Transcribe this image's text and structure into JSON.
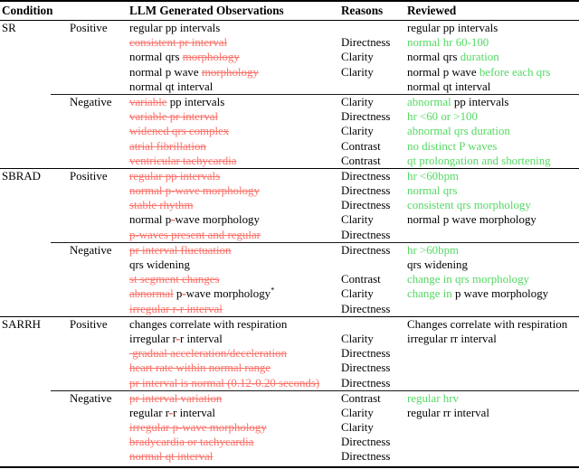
{
  "table": {
    "columns": {
      "condition": "Condition",
      "observations": "LLM Generated Observations",
      "reasons": "Reasons",
      "reviewed": "Reviewed"
    },
    "colors": {
      "deleted_red": "#f9736b",
      "added_green": "#53d963",
      "text_black": "#000000",
      "rule_black": "#000000"
    },
    "segment_styles": {
      "k": "normal-black",
      "d": "deleted-red-strikethrough",
      "a": "added-green",
      "s": "superscript-footnote-marker"
    },
    "groups": [
      {
        "condition": "SR",
        "subcondition": "Positive",
        "divider_above": "none",
        "rows": [
          {
            "obs": [
              [
                "regular pp intervals",
                "k"
              ]
            ],
            "reason": "",
            "reviewed": [
              [
                "regular pp intervals",
                "k"
              ]
            ]
          },
          {
            "obs": [
              [
                "consistent pr interval",
                "d"
              ]
            ],
            "reason": "Directness",
            "reviewed": [
              [
                "normal hr 60-100",
                "a"
              ]
            ]
          },
          {
            "obs": [
              [
                "normal qrs ",
                "k"
              ],
              [
                "morphology",
                "d"
              ]
            ],
            "reason": "Clarity",
            "reviewed": [
              [
                "normal qrs ",
                "k"
              ],
              [
                "duration",
                "a"
              ]
            ]
          },
          {
            "obs": [
              [
                "normal p wave ",
                "k"
              ],
              [
                "morphology",
                "d"
              ]
            ],
            "reason": "Clarity",
            "reviewed": [
              [
                "normal p wave ",
                "k"
              ],
              [
                "before each qrs",
                "a"
              ]
            ]
          },
          {
            "obs": [
              [
                "normal qt interval",
                "k"
              ]
            ],
            "reason": "",
            "reviewed": [
              [
                "normal qt interval",
                "k"
              ]
            ]
          }
        ]
      },
      {
        "condition": "",
        "subcondition": "Negative",
        "divider_above": "partial",
        "rows": [
          {
            "obs": [
              [
                "variable",
                "d"
              ],
              [
                " pp intervals",
                "k"
              ]
            ],
            "reason": "Clarity",
            "reviewed": [
              [
                "abnormal",
                "a"
              ],
              [
                " pp intervals",
                "k"
              ]
            ]
          },
          {
            "obs": [
              [
                "variable pr interval",
                "d"
              ]
            ],
            "reason": "Directness",
            "reviewed": [
              [
                "hr <60 or >100",
                "a"
              ]
            ]
          },
          {
            "obs": [
              [
                "widened qrs complex",
                "d"
              ]
            ],
            "reason": "Clarity",
            "reviewed": [
              [
                "abnormal qrs duration",
                "a"
              ]
            ]
          },
          {
            "obs": [
              [
                "atrial fibrillation",
                "d"
              ]
            ],
            "reason": "Contrast",
            "reviewed": [
              [
                "no distinct P waves",
                "a"
              ]
            ]
          },
          {
            "obs": [
              [
                "ventricular tachycardia",
                "d"
              ]
            ],
            "reason": "Contrast",
            "reviewed": [
              [
                "qt prolongation and shortening",
                "a"
              ]
            ]
          }
        ]
      },
      {
        "condition": "SBRAD",
        "subcondition": "Positive",
        "divider_above": "full",
        "rows": [
          {
            "obs": [
              [
                "regular pp intervals",
                "d"
              ]
            ],
            "reason": "Directness",
            "reviewed": [
              [
                "hr <60bpm",
                "a"
              ]
            ]
          },
          {
            "obs": [
              [
                "normal p-wave morphology",
                "d"
              ]
            ],
            "reason": "Directness",
            "reviewed": [
              [
                "normal qrs",
                "a"
              ]
            ]
          },
          {
            "obs": [
              [
                "stable rhythm",
                "d"
              ]
            ],
            "reason": "Directness",
            "reviewed": [
              [
                "consistent qrs morphology",
                "a"
              ]
            ]
          },
          {
            "obs": [
              [
                "normal p",
                "k"
              ],
              [
                "-",
                "d"
              ],
              [
                "wave morphology",
                "k"
              ]
            ],
            "reason": "Clarity",
            "reviewed": [
              [
                "normal p wave morphology",
                "k"
              ]
            ]
          },
          {
            "obs": [
              [
                "p-waves present and regular",
                "d"
              ]
            ],
            "reason": "Directness",
            "reviewed": []
          }
        ]
      },
      {
        "condition": "",
        "subcondition": "Negative",
        "divider_above": "partial",
        "rows": [
          {
            "obs": [
              [
                "pr interval fluctuation",
                "d"
              ]
            ],
            "reason": "Directness",
            "reviewed": [
              [
                "hr >60bpm",
                "a"
              ]
            ]
          },
          {
            "obs": [
              [
                "qrs widening",
                "k"
              ]
            ],
            "reason": "",
            "reviewed": [
              [
                "qrs widening",
                "k"
              ]
            ]
          },
          {
            "obs": [
              [
                "st segment changes",
                "d"
              ]
            ],
            "reason": "Contrast",
            "reviewed": [
              [
                "change in qrs morphology",
                "a"
              ]
            ]
          },
          {
            "obs": [
              [
                "abnormal",
                "d"
              ],
              [
                " p",
                "k"
              ],
              [
                "-",
                "d"
              ],
              [
                "wave morphology",
                "k"
              ],
              [
                "*",
                "s"
              ]
            ],
            "reason": "Clarity",
            "reviewed": [
              [
                "change in ",
                "a"
              ],
              [
                "p wave morphology",
                "k"
              ]
            ]
          },
          {
            "obs": [
              [
                "irregular r-r interval",
                "d"
              ]
            ],
            "reason": "Directness",
            "reviewed": []
          }
        ]
      },
      {
        "condition": "SARRH",
        "subcondition": "Positive",
        "divider_above": "full",
        "rows": [
          {
            "obs": [
              [
                "changes correlate with respiration",
                "k"
              ]
            ],
            "reason": "",
            "reviewed": [
              [
                "Changes correlate with respiration",
                "k"
              ]
            ]
          },
          {
            "obs": [
              [
                "irregular r",
                "k"
              ],
              [
                "-",
                "d"
              ],
              [
                "r interval",
                "k"
              ]
            ],
            "reason": "Clarity",
            "reviewed": [
              [
                "irregular rr interval",
                "k"
              ]
            ]
          },
          {
            "obs": [
              [
                " gradual acceleration/deceleration",
                "d"
              ]
            ],
            "reason": "Directness",
            "reviewed": []
          },
          {
            "obs": [
              [
                "heart rate within normal range",
                "d"
              ]
            ],
            "reason": "Directness",
            "reviewed": []
          },
          {
            "obs": [
              [
                "pr interval is normal (0.12-0.20 seconds)",
                "d"
              ]
            ],
            "reason": "Directness",
            "reviewed": []
          }
        ]
      },
      {
        "condition": "",
        "subcondition": "Negative",
        "divider_above": "partial",
        "rows": [
          {
            "obs": [
              [
                "pr interval variation",
                "d"
              ]
            ],
            "reason": "Contrast",
            "reviewed": [
              [
                "regular hrv",
                "a"
              ]
            ]
          },
          {
            "obs": [
              [
                "regular r",
                "k"
              ],
              [
                "-",
                "d"
              ],
              [
                "r interval",
                "k"
              ]
            ],
            "reason": "Clarity",
            "reviewed": [
              [
                "regular rr interval",
                "k"
              ]
            ]
          },
          {
            "obs": [
              [
                "irregular p-wave morphology",
                "d"
              ]
            ],
            "reason": "Clarity",
            "reviewed": []
          },
          {
            "obs": [
              [
                "bradycardia or tachycardia",
                "d"
              ]
            ],
            "reason": "Directness",
            "reviewed": []
          },
          {
            "obs": [
              [
                "normal qt interval",
                "d"
              ]
            ],
            "reason": "Directness",
            "reviewed": []
          }
        ]
      }
    ]
  }
}
